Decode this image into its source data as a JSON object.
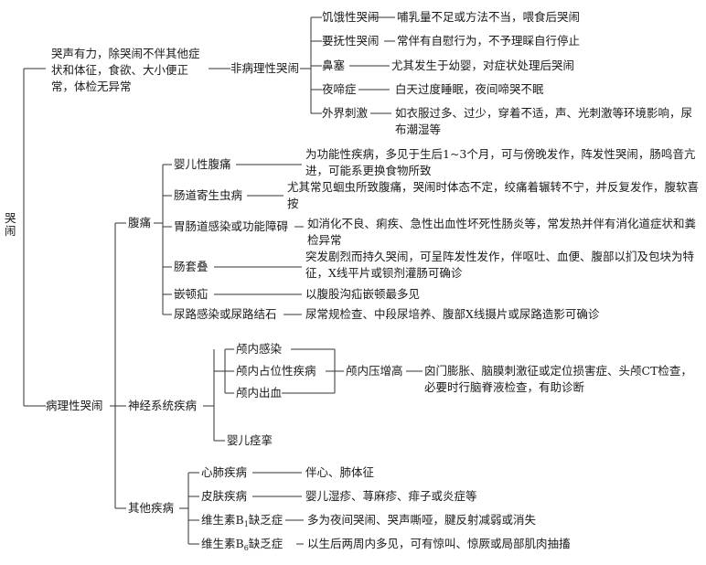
{
  "root": {
    "label": "哭闹"
  },
  "nonpath": {
    "desc": "哭声有力，除哭闹不伴其他症状和体征，食欲、大小便正常，体检无异常",
    "label": "非病理性哭闹",
    "items": [
      {
        "label": "饥饿性哭闹",
        "desc": "哺乳量不足或方法不当，喂食后哭闹"
      },
      {
        "label": "要抚性哭闹",
        "desc": "常伴有自慰行为，不予理睬自行停止"
      },
      {
        "label": "鼻塞",
        "desc": "尤其发生于幼婴，对症状处理后哭闹"
      },
      {
        "label": "夜啼症",
        "desc": "白天过度睡眠，夜间啼哭不眠"
      },
      {
        "label": "外界刺激",
        "desc": "如衣服过多、过少，穿着不适，声、光刺激等环境影响，尿布潮湿等"
      }
    ]
  },
  "path": {
    "label": "病理性哭闹",
    "abd": {
      "label": "腹痛",
      "items": [
        {
          "label": "婴儿性腹痛",
          "desc": "为功能性疾病，多见于生后1~3个月，可与傍晚发作，阵发性哭闹，肠鸣音亢进，可能系更换食物所致"
        },
        {
          "label": "肠道寄生虫病",
          "desc": "尤其常见蛔虫所致腹痛，哭闹时体态不定，绞痛着辗转不宁，并反复发作，腹软喜按"
        },
        {
          "label": "胃肠道感染或功能障碍",
          "desc": "如消化不良、痢疾、急性出血性坏死性肠炎等，常发热并伴有消化道症状和粪检异常"
        },
        {
          "label": "肠套叠",
          "desc": "突发剧烈而持久哭闹，可呈阵发性发作，伴呕吐、血便、腹部以扪及包块为特征，X线平片或钡剂灌肠可确诊"
        },
        {
          "label": "嵌顿疝",
          "desc": "以腹股沟疝嵌顿最多见"
        },
        {
          "label": "尿路感染或尿路结石",
          "desc": "尿常规检查、中段尿培养、腹部X线摄片或尿路造影可确诊"
        }
      ]
    },
    "neuro": {
      "label": "神经系统疾病",
      "items": [
        {
          "label": "颅内感染"
        },
        {
          "label": "颅内占位性疾病"
        },
        {
          "label": "颅内出血"
        }
      ],
      "group_label": "颅内压增高",
      "group_desc": "囟门膨胀、脑膜刺激征或定位损害症、头颅CT检查，必要时行脑脊液检查，有助诊断",
      "last": {
        "label": "婴儿痉挛"
      }
    },
    "other": {
      "label": "其他疾病",
      "items": [
        {
          "label": "心肺疾病",
          "desc": "伴心、肺体征"
        },
        {
          "label": "皮肤疾病",
          "desc": "婴儿湿疹、荨麻疹、痱子或炎症等"
        },
        {
          "label_main": "维生素B",
          "label_sub": "1",
          "label_rest": "缺乏症",
          "desc": "多为夜间哭闹、哭声嘶哑，腱反射减弱或消失"
        },
        {
          "label_main": "维生素B",
          "label_sub": "6",
          "label_rest": "缺乏症",
          "desc": "以生后两周内多见，可有惊叫、惊厥或局部肌肉抽搐"
        }
      ]
    }
  }
}
